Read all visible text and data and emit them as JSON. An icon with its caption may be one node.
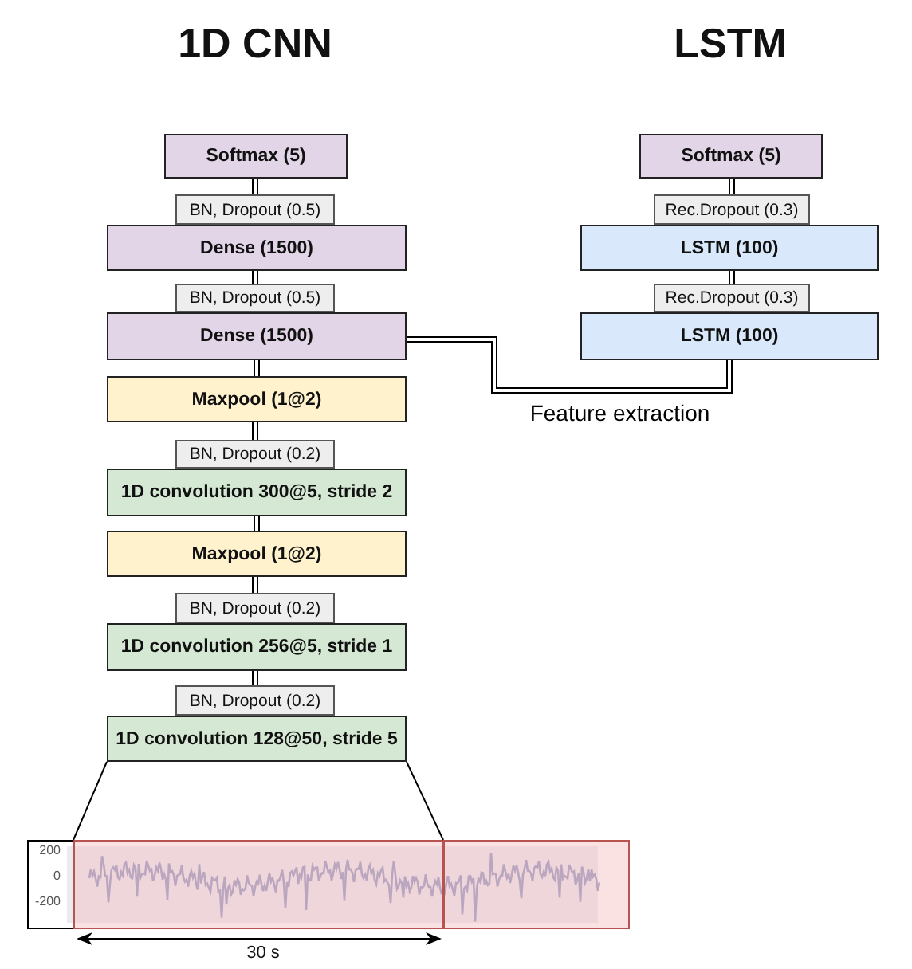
{
  "diagram": {
    "nodes": [
      {
        "text": [
          "Softmax (5)"
        ]
      },
      {
        "text": [
          "BN, Dropout (0.5)"
        ]
      },
      {
        "text": [
          "Dense (1500)"
        ]
      },
      {
        "text": [
          "BN, Dropout (0.5)"
        ]
      },
      {
        "text": [
          "Dense (1500)"
        ]
      },
      {
        "text": [
          "Maxpool (1@2)"
        ]
      },
      {
        "text": [
          "BN, Dropout (0.2)"
        ]
      },
      {
        "text": [
          "1D convolution 300@5, stride 2"
        ]
      },
      {
        "text": [
          "Maxpool (1@2)"
        ]
      },
      {
        "text": [
          "BN, Dropout (0.2)"
        ]
      },
      {
        "text": [
          "1D convolution 256@5, stride 1"
        ]
      },
      {
        "text": [
          "BN, Dropout (0.2)"
        ]
      },
      {
        "text": [
          "1D convolution 128@50, stride 5"
        ]
      },
      {
        "text": [
          "Softmax (5)"
        ]
      },
      {
        "text": [
          "Rec.Dropout (0.3)"
        ]
      },
      {
        "text": [
          "LSTM (100)"
        ]
      },
      {
        "text": [
          "Rec.Dropout (0.3)"
        ]
      },
      {
        "text": [
          "LSTM (100)"
        ]
      },
      {
        "text": [],
        "shape": "box"
      }
    ],
    "edges": [
      {
        "from": 1,
        "to": 0,
        "arrow": "none"
      },
      {
        "from": 3,
        "to": 2,
        "arrow": "none"
      },
      {
        "from": 5,
        "to": 4,
        "arrow": "none"
      },
      {
        "from": 6,
        "to": 5,
        "arrow": "none"
      },
      {
        "from": 8,
        "to": 7,
        "arrow": "none"
      },
      {
        "from": 9,
        "to": 8,
        "arrow": "none"
      },
      {
        "from": 11,
        "to": 10,
        "arrow": "none"
      },
      {
        "from": 14,
        "to": 13,
        "arrow": "none"
      },
      {
        "from": 16,
        "to": 15,
        "arrow": "none"
      },
      {
        "from": 4,
        "to": 17,
        "arrow": "none",
        "label": "Feature extraction"
      },
      {
        "from": 12,
        "to": 18,
        "arrow": "none"
      },
      {
        "from": 12,
        "to": 18,
        "arrow": "none"
      }
    ],
    "labels": [
      "1D CNN",
      "LSTM",
      "200",
      "0",
      "-200",
      "30 s"
    ]
  }
}
